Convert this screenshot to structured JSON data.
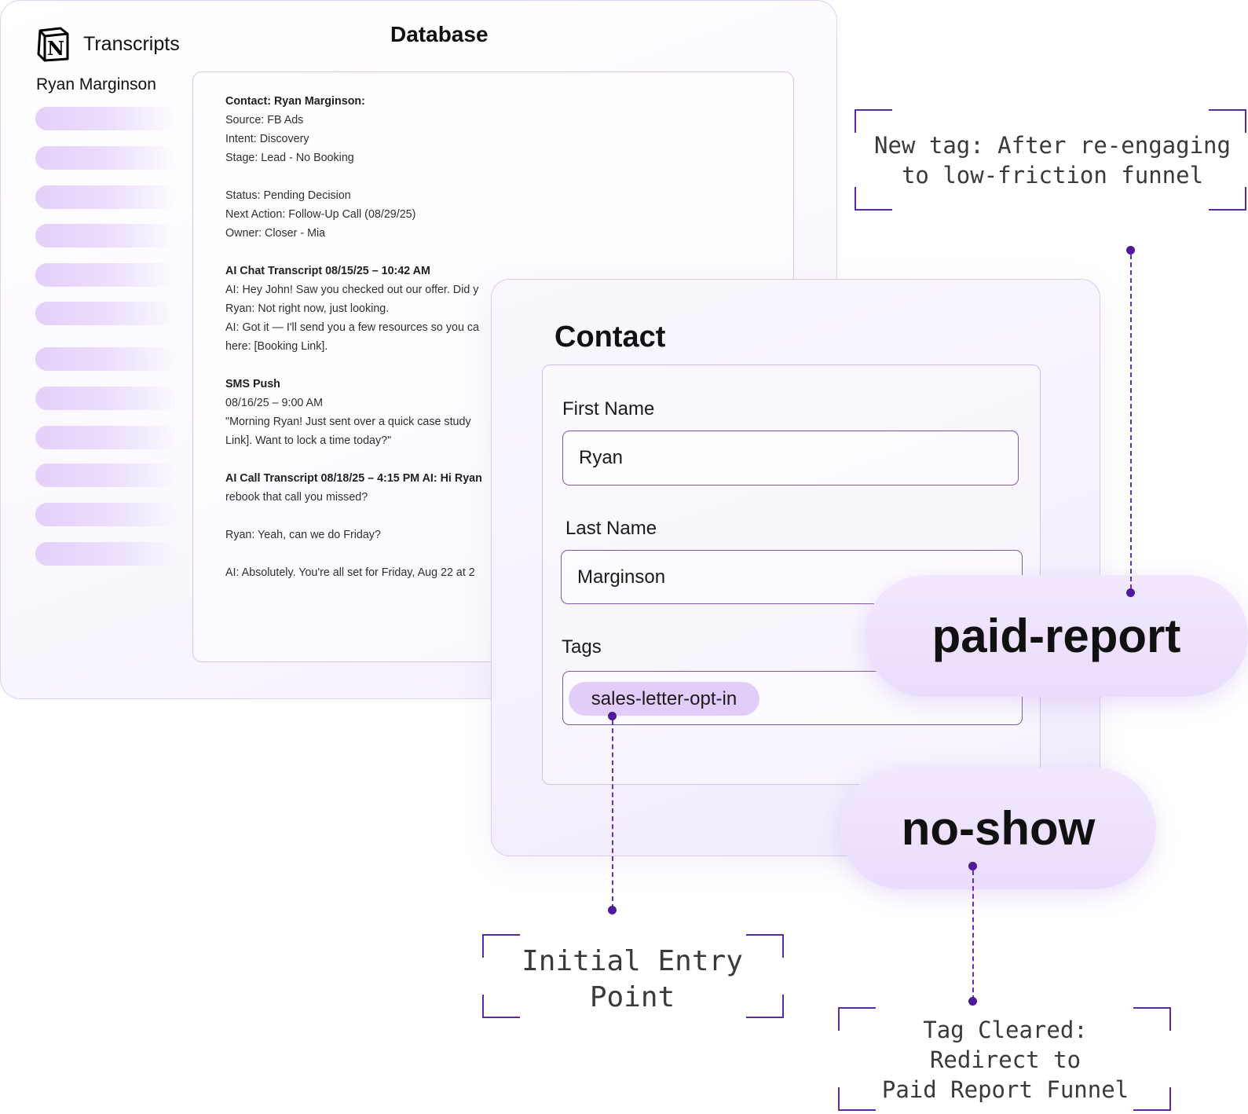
{
  "database": {
    "app_name": "Transcripts",
    "title": "Database",
    "contact_name": "Ryan Marginson",
    "transcript": {
      "line1": "Contact: Ryan Marginson:",
      "line2": "Source: FB Ads",
      "line3": "Intent: Discovery",
      "line4": "Stage: Lead - No Booking",
      "line5": "Status: Pending Decision",
      "line6": "Next Action: Follow-Up Call (08/29/25)",
      "line7": "Owner: Closer - Mia",
      "line8": "AI Chat Transcript 08/15/25 – 10:42 AM",
      "line9": "AI: Hey John! Saw you checked out our offer. Did y",
      "line10": "Ryan: Not right now, just looking.",
      "line11": "AI: Got it — I'll send you a few resources so you ca",
      "line12": "here: [Booking Link].",
      "line13": "SMS Push",
      "line14": "08/16/25 – 9:00 AM",
      "line15": "\"Morning Ryan! Just sent over a quick case study",
      "line16": "Link]. Want to lock a time today?\"",
      "line17": "AI Call Transcript 08/18/25 – 4:15 PM AI: Hi Ryan",
      "line18": "rebook that call you missed?",
      "line19": "Ryan: Yeah, can we do Friday?",
      "line20": "AI: Absolutely. You're all set for Friday, Aug 22 at 2"
    }
  },
  "contact": {
    "title": "Contact",
    "first_name_label": "First Name",
    "first_name_value": "Ryan",
    "last_name_label": "Last Name",
    "last_name_value": "Marginson",
    "tags_label": "Tags",
    "tag": "sales-letter-opt-in"
  },
  "pills": {
    "paid_report": "paid-report",
    "no_show": "no-show"
  },
  "callouts": {
    "new_tag": "New tag: After re-engaging\nto low-friction funnel",
    "initial_entry": "Initial Entry\nPoint",
    "tag_cleared": "Tag Cleared:\nRedirect to\nPaid Report Funnel"
  },
  "colors": {
    "accent": "#5a2aa0",
    "pill": "#eadcfc",
    "chip": "#e2cdfa"
  }
}
